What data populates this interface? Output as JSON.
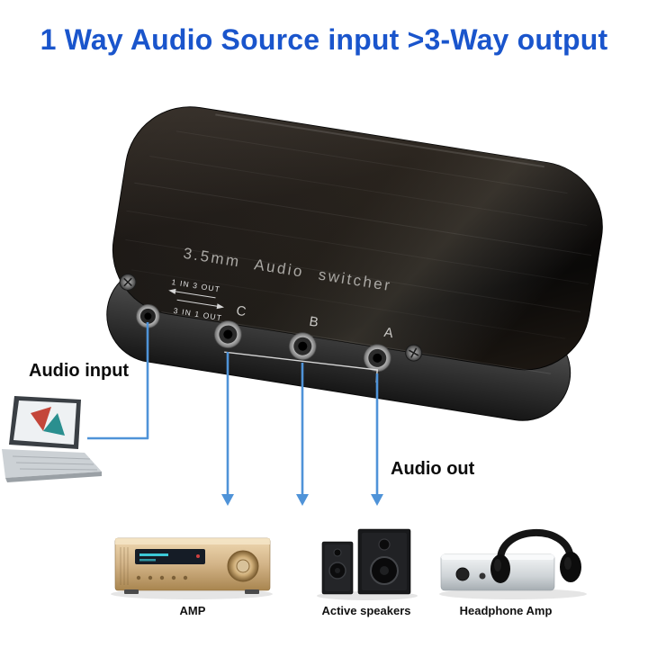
{
  "title": "1 Way Audio Source input >3-Way output",
  "device": {
    "name": "3.5mm Audio switcher",
    "mode_top": "1 IN 3 OUT",
    "mode_bottom": "3 IN 1 OUT",
    "ports": [
      {
        "label": "C"
      },
      {
        "label": "B"
      },
      {
        "label": "A"
      }
    ]
  },
  "annotations": {
    "input": "Audio input",
    "output": "Audio out"
  },
  "outputs": [
    {
      "label": "AMP"
    },
    {
      "label": "Active speakers"
    },
    {
      "label": "Headphone Amp"
    }
  ],
  "colors": {
    "title_blue": "#1a55cc",
    "arrow_blue": "#4f93d8",
    "device_body": "#121110",
    "amp_gold": "#d3b488",
    "label_black": "#111111"
  }
}
